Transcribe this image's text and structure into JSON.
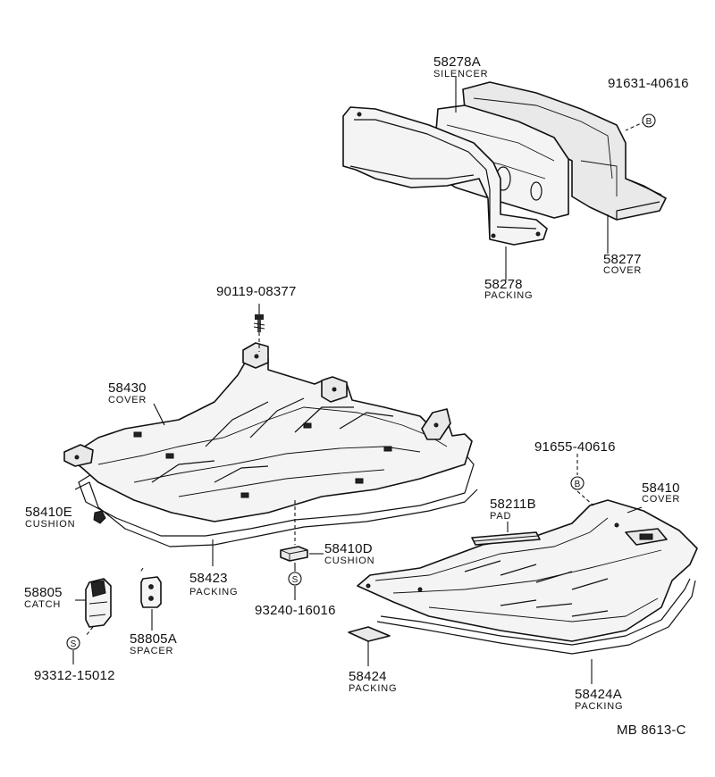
{
  "labels": {
    "p58278a_no": "58278A",
    "p58278a_name": "SILENCER",
    "p91631_no": "91631-40616",
    "p58277_no": "58277",
    "p58277_name": "COVER",
    "p58278_no": "58278",
    "p58278_name": "PACKING",
    "p90119_no": "90119-08377",
    "p58430_no": "58430",
    "p58430_name": "COVER",
    "p91655_no": "91655-40616",
    "p58410_no": "58410",
    "p58410_name": "COVER",
    "p58211b_no": "58211B",
    "p58211b_name": "PAD",
    "p58410e_no": "58410E",
    "p58410e_name": "CUSHION",
    "p58423_no": "58423",
    "p58423_name": "PACKING",
    "p58410d_no": "58410D",
    "p58410d_name": "CUSHION",
    "p93240_no": "93240-16016",
    "p58805_no": "58805",
    "p58805_name": "CATCH",
    "p58805a_no": "58805A",
    "p58805a_name": "SPACER",
    "p93312_no": "93312-15012",
    "p58424_no": "58424",
    "p58424_name": "PACKING",
    "p58424a_no": "58424A",
    "p58424a_name": "PACKING"
  },
  "symbols": {
    "b_marker_top": "B",
    "b_marker_right": "B",
    "s_marker_mid": "S",
    "s_marker_left": "S"
  },
  "footer": {
    "code": "MB  8613-C"
  }
}
